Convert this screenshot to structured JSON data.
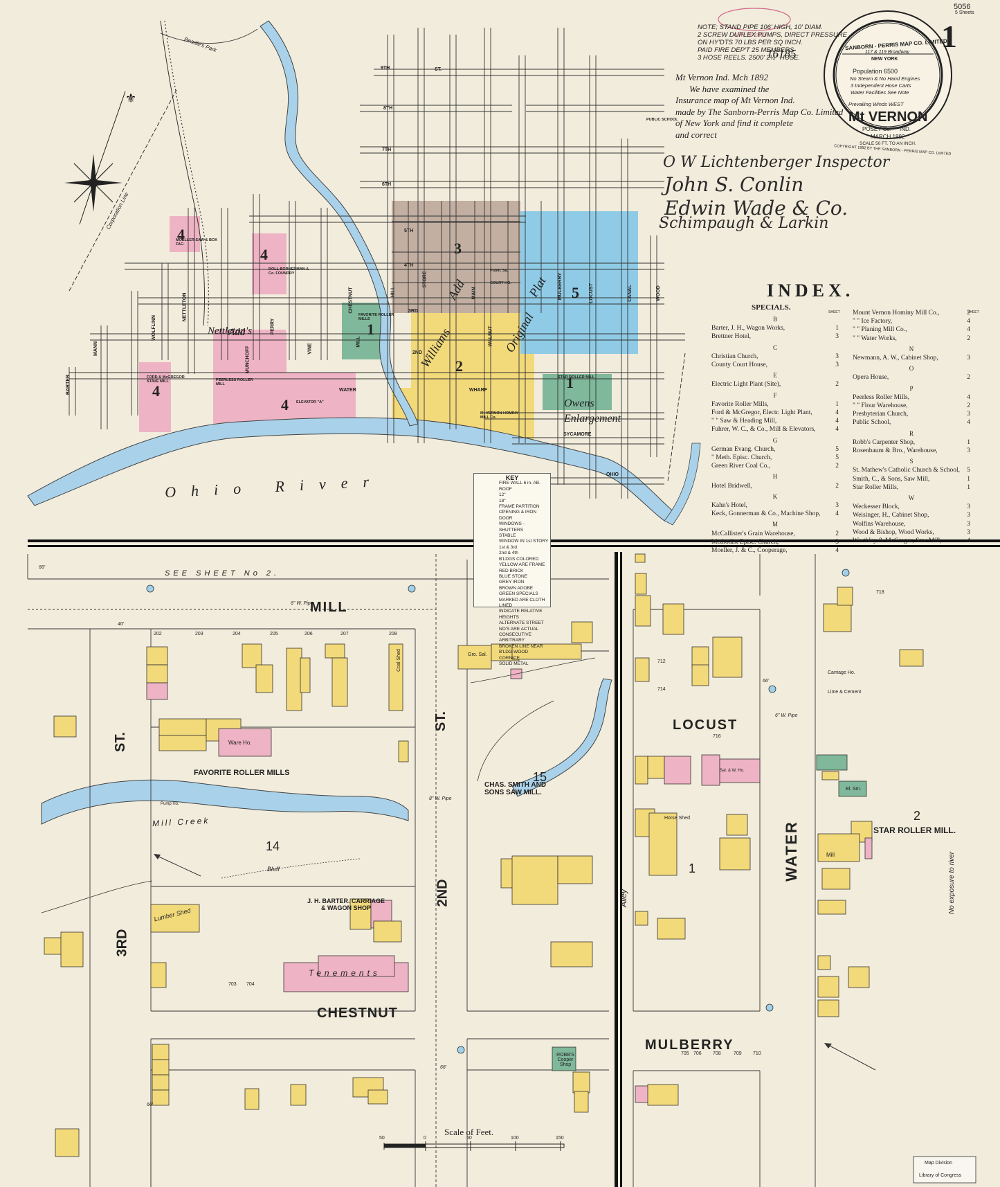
{
  "header": {
    "sheet_number": "1",
    "code": "5056",
    "code_sub": "5 Sheets",
    "handwritten_no": "16185",
    "stamp": "APR 20 1893"
  },
  "seal": {
    "ring_top": "SANBORN - PERRIS MAP CO. LIMITED",
    "address": "117 & 119 Broadway",
    "city": "NEW YORK",
    "population": "Population 6500",
    "engines": "No Steam & No Hand Engines",
    "hose": "3 Independent Hose Carts",
    "water": "Water Facilities See Note",
    "winds": "Prevailing Winds WEST",
    "town": "Mt VERNON",
    "county": "POSEY Co.",
    "state": "IND.",
    "date": "MARCH 1892",
    "scale": "SCALE 50 FT. TO AN INCH.",
    "copyright": "COPYRIGHT 1892 BY THE SANBORN - PERRIS MAP CO. LIMITED"
  },
  "note": {
    "lines": [
      "NOTE; STAND PIPE 106' HIGH, 10' DIAM.",
      "2 SCREW DUPLEX PUMPS, DIRECT PRESSURE",
      "ON HY'DTS 70 LBS PER SQ INCH.",
      "PAID FIRE DEP'T 25 MEMBERS",
      "3 HOSE REELS. 2500' 2½\" HOSE."
    ]
  },
  "certification": {
    "lines": [
      "Mt Vernon Ind. Mch 1892",
      "We have examined the",
      "Insurance map of Mt Vernon Ind.",
      "made by The Sanborn-Perris Map Co. Limited",
      "of New York and find it complete",
      "and correct"
    ],
    "signatures": [
      "O W Lichtenberger Inspector",
      "John S. Conlin",
      "Edwin Wade & Co.",
      "Schimpaugh & Larkin"
    ]
  },
  "index": {
    "title": "INDEX.",
    "specials": "SPECIALS.",
    "sheet_label": "SHEET",
    "left": [
      {
        "letter": "B"
      },
      {
        "name": "Barter, J. H., Wagon Works,",
        "sheet": "1"
      },
      {
        "name": "Brettner Hotel,",
        "sheet": "3"
      },
      {
        "letter": "C"
      },
      {
        "name": "Christian Church,",
        "sheet": "3"
      },
      {
        "name": "County Court House,",
        "sheet": "3"
      },
      {
        "letter": "E"
      },
      {
        "name": "Electric Light Plant (Site),",
        "sheet": "2"
      },
      {
        "letter": "F"
      },
      {
        "name": "Favorite Roller Mills,",
        "sheet": "1"
      },
      {
        "name": "Ford & McGregor, Electr. Light Plant,",
        "sheet": "4"
      },
      {
        "name": "\"  \"  Saw & Heading Mill,",
        "sheet": "4"
      },
      {
        "name": "Fuhrer, W. C., & Co., Mill & Elevators,",
        "sheet": "4"
      },
      {
        "letter": "G"
      },
      {
        "name": "German Evang. Church,",
        "sheet": "5"
      },
      {
        "name": "\"  Meth. Episc. Church,",
        "sheet": "5"
      },
      {
        "name": "Green River Coal Co.,",
        "sheet": "2"
      },
      {
        "letter": "H"
      },
      {
        "name": "Hotel Bridwell,",
        "sheet": "2"
      },
      {
        "letter": "K"
      },
      {
        "name": "Kahn's Hotel,",
        "sheet": "3"
      },
      {
        "name": "Keck, Gonnerman & Co., Machine Shop,",
        "sheet": "4"
      },
      {
        "letter": "M"
      },
      {
        "name": "McCallister's Grain Warehouse,",
        "sheet": "2"
      },
      {
        "name": "Methodist Episc. Church,",
        "sheet": "3"
      },
      {
        "name": "Moeller, J. & C., Cooperage,",
        "sheet": "4"
      }
    ],
    "right": [
      {
        "name": "Mount Vernon Hominy Mill Co.,",
        "sheet": "2"
      },
      {
        "name": "\"  \"  Ice Factory,",
        "sheet": "4"
      },
      {
        "name": "\"  \"  Planing Mill Co.,",
        "sheet": "4"
      },
      {
        "name": "\"  \"  Water Works,",
        "sheet": "2"
      },
      {
        "letter": "N"
      },
      {
        "name": "Newmann, A. W., Cabinet Shop,",
        "sheet": "3"
      },
      {
        "letter": "O"
      },
      {
        "name": "Opera House,",
        "sheet": "2"
      },
      {
        "letter": "P"
      },
      {
        "name": "Peerless Roller Mills,",
        "sheet": "4"
      },
      {
        "name": "\"  \"  Flour Warehouse,",
        "sheet": "2"
      },
      {
        "name": "Presbyterian Church,",
        "sheet": "3"
      },
      {
        "name": "Public School,",
        "sheet": "4"
      },
      {
        "letter": "R"
      },
      {
        "name": "Robb's Carpenter Shop,",
        "sheet": "1"
      },
      {
        "name": "Rosenbaum & Bro., Warehouse,",
        "sheet": "3"
      },
      {
        "letter": "S"
      },
      {
        "name": "St. Mathew's Catholic Church & School,",
        "sheet": "5"
      },
      {
        "name": "Smith, C., & Sons, Saw Mill,",
        "sheet": "1"
      },
      {
        "name": "Star Roller Mills,",
        "sheet": "1"
      },
      {
        "letter": "W"
      },
      {
        "name": "Weckesser Block,",
        "sheet": "3"
      },
      {
        "name": "Weisinger, H., Cabinet Shop,",
        "sheet": "3"
      },
      {
        "name": "Wolfins Warehouse,",
        "sheet": "3"
      },
      {
        "name": "Wood & Bishop, Wood Works,",
        "sheet": "3"
      },
      {
        "name": "Worthley & McGregor, Saw Mill,",
        "sheet": "4"
      }
    ]
  },
  "key": {
    "title": "KEY",
    "rows": [
      "FIRE WALL 6 in. AB. ROOF",
      "12\"",
      "18\"",
      "FRAME PARTITION",
      "OPENING & IRON DOOR",
      "WINDOWS - SHUTTERS",
      "STABLE",
      "WINDOW IN 1st STORY",
      "1st & 3rd",
      "2nd & 4th",
      "B'LDGS COLORED YELLOW ARE FRAME",
      "RED  BRICK",
      "BLUE  STONE",
      "GREY  IRON",
      "BROWN  ADOBE",
      "GREEN  SPECIALS",
      "MARKED ARE CLOTH LINED",
      "INDICATE RELATIVE HEIGHTS",
      "ALTERNATE STREET NO'S ARE ACTUAL",
      "CONSECUTIVE  ARBITRARY",
      "BROKEN LINE NEAR B'LDG-WOOD CORNICE",
      "SOLID  METAL"
    ]
  },
  "key_map": {
    "river": "Ohio  River",
    "creek_top": "Beadle's Park",
    "corporation_line": "Corporation Line",
    "additions": [
      "Nettleton's",
      "Add",
      "Williams",
      "Add",
      "Original",
      "Plat",
      "Owens",
      "Enlargement"
    ],
    "blocks": [
      "1",
      "1",
      "2",
      "3",
      "4",
      "4",
      "4",
      "4",
      "5"
    ],
    "streets_top": [
      "9TH",
      "8TH",
      "7TH",
      "6TH",
      "5TH",
      "4TH",
      "3RD",
      "2ND",
      "WATER",
      "WHARF",
      "SYCAMORE",
      "OHIO",
      "ST."
    ],
    "streets_vertical": [
      "BARTER",
      "MANN",
      "WOLFLINN",
      "NETTLETON",
      "MUNCHOFF",
      "PERRY",
      "VINE",
      "CHESTNUT",
      "MILL",
      "HILL",
      "STORE",
      "MAIN",
      "WALNUT",
      "MULBERRY",
      "LOCUST",
      "CANAL",
      "WOOD"
    ],
    "places": [
      "PUBLIC SCHOOL",
      "Public Sq.",
      "COURT HO.",
      "PEERLESS ROLLER MILL",
      "FORD & McGREGOR STAVE MILL",
      "ELEVATOR \"A\"",
      "Mt VERNON HOMINY MILL Co.",
      "STAR ROLLER MILL",
      "FAVORITE ROLLER MILLS",
      "ROLL BORNERMAN & Co. FOUNDRY",
      "MOELLER SAW & BOX FAC."
    ]
  },
  "detail": {
    "see_sheet": "SEE   SHEET   No 2.",
    "streets": [
      "MILL",
      "ST.",
      "3RD",
      "2ND",
      "ST.",
      "LOCUST",
      "WATER",
      "MULBERRY",
      "CHESTNUT"
    ],
    "creek": "Mill   Creek",
    "bluff": "Bluff",
    "block_numbers": [
      "14",
      "15",
      "1",
      "2"
    ],
    "labels": {
      "favorite": "FAVORITE ROLLER MILLS",
      "barter": "J. H. BARTER. CARRIAGE & WAGON SHOP",
      "smith": "CHAS. SMITH AND SONS SAW MILL.",
      "star": "STAR ROLLER MILL.",
      "tenements": "Tenements",
      "robbs": "ROBB'S Cooper Shop",
      "lumber_shed": "Lumber Shed",
      "ware_ho": "Ware Ho.",
      "coal_shed": "Coal Shed",
      "horse_shed": "Horse Shed",
      "gro_sal": "Gro. Sal.",
      "alley": "Alley",
      "pump_ho": "Pump Ho.",
      "bl_sm": "Bl. Sm.",
      "mill": "Mill",
      "sal_wh": "Sal. & W. Ho.",
      "no_exposure": "No exposure to river",
      "lime_cement": "Lime & Cement",
      "carriage_ho": "Carriage Ho."
    },
    "numbers": [
      "202",
      "203",
      "204",
      "205",
      "206",
      "207",
      "208",
      "703",
      "704",
      "705",
      "706",
      "708",
      "709",
      "710",
      "712",
      "714",
      "716",
      "718"
    ],
    "pipes": [
      "6\" W. Pipe",
      "8\" W. Pipe",
      "6\" W. Pipe",
      "66'",
      "66'",
      "66'",
      "66'",
      "40'"
    ]
  },
  "scale_bar": {
    "label": "Scale of Feet.",
    "ticks": [
      "50",
      "0",
      "50",
      "100",
      "150"
    ]
  },
  "corner_stamp": {
    "line1": "Map Division",
    "line2": "Library of Congress"
  },
  "colors": {
    "paper": "#f2ecdc",
    "frame": "#f2d97a",
    "brick": "#eeb3c4",
    "stone": "#8fcbe6",
    "specials": "#7fb89a",
    "adobe": "#bca89a",
    "water": "#a9d2ea",
    "ink": "#222222"
  }
}
